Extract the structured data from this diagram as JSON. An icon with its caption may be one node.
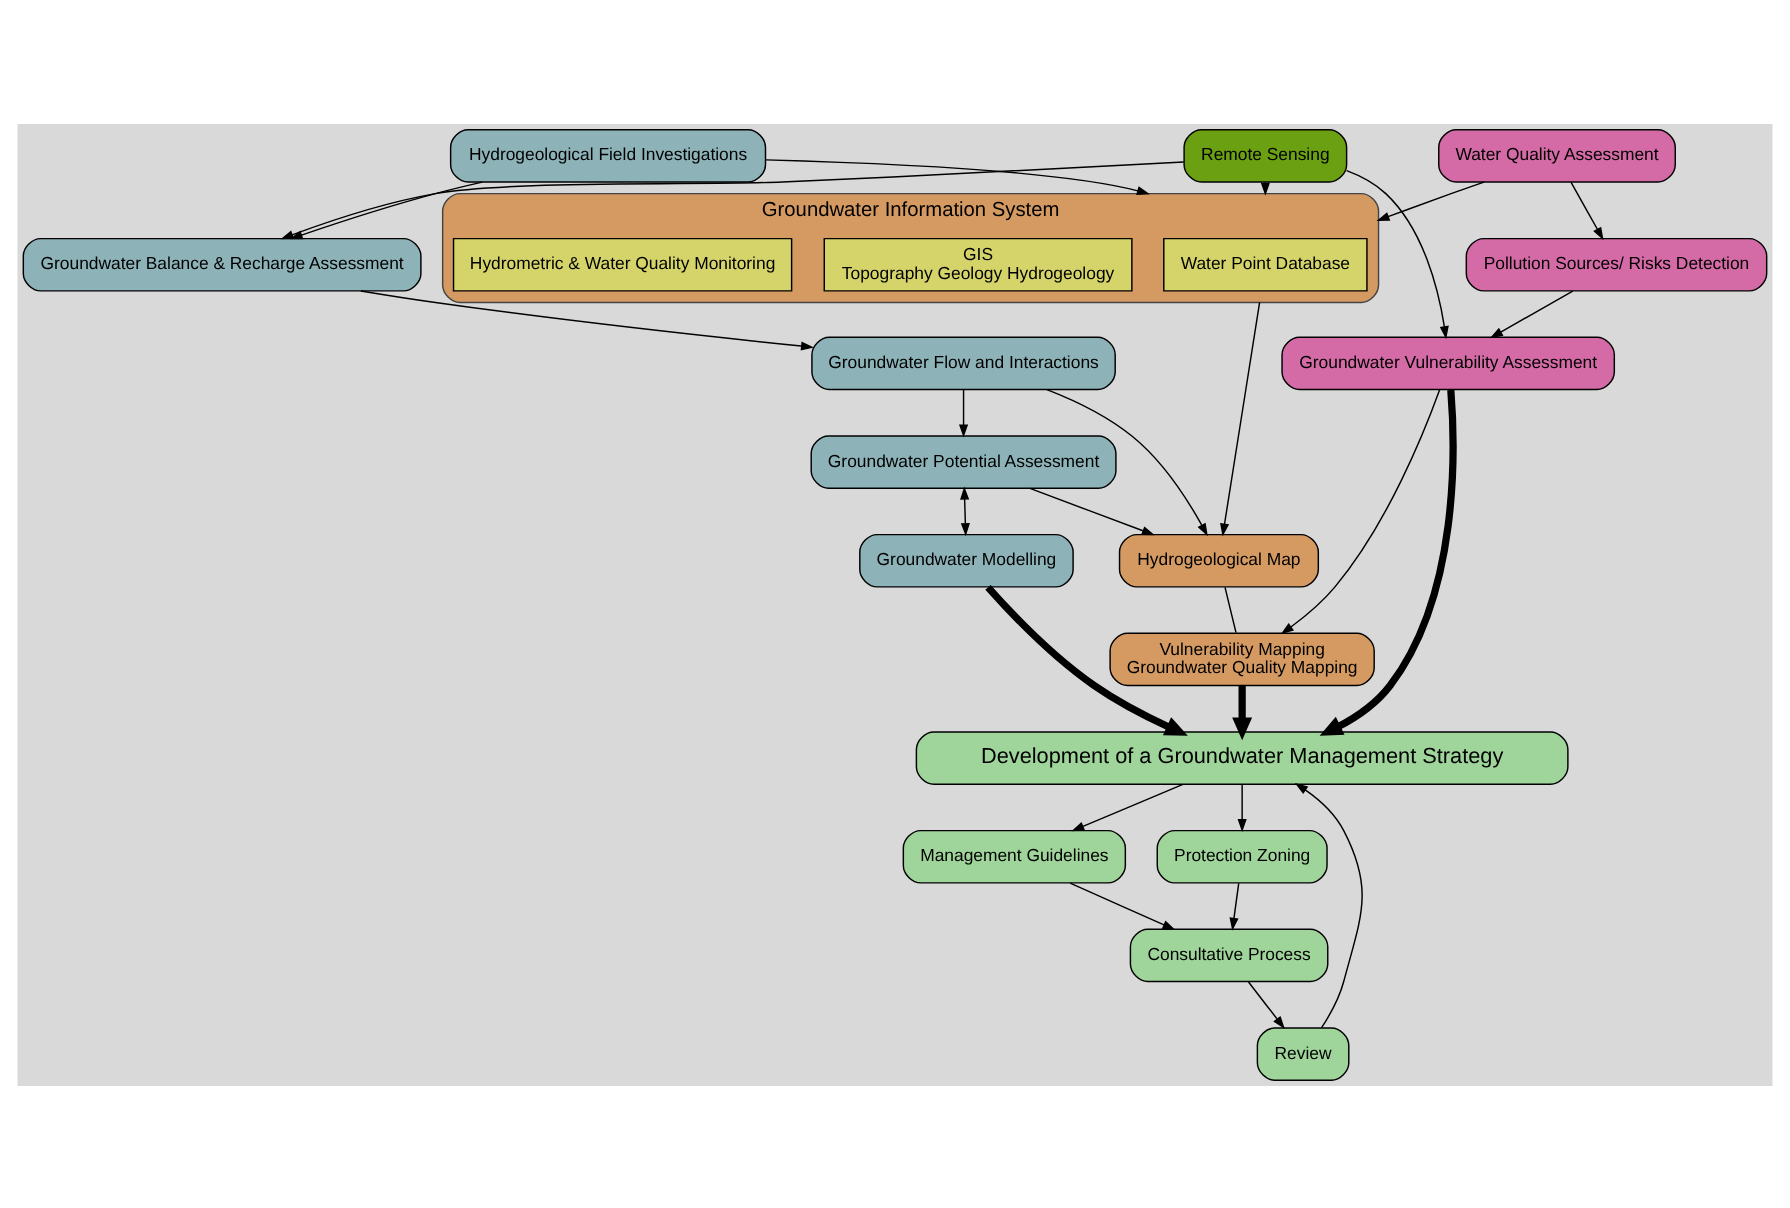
{
  "diagram": {
    "nodes": [
      {
        "text": [
          "Groundwater Information System"
        ]
      },
      {
        "text": [
          "Water Point Database"
        ],
        "in": 0
      },
      {
        "text": [
          "GIS",
          "Topography Geology Hydrogeology"
        ],
        "in": 0
      },
      {
        "text": [
          "Hydrometric & Water Quality Monitoring"
        ],
        "in": 0
      },
      {
        "text": [
          "Hydrogeological Field Investigations"
        ]
      },
      {
        "text": [
          "Groundwater Balance & Recharge Assessment"
        ]
      },
      {
        "text": [
          "Groundwater Flow and Interactions"
        ]
      },
      {
        "text": [
          "Groundwater Potential Assessment"
        ]
      },
      {
        "text": [
          "Groundwater Modelling"
        ]
      },
      {
        "text": [
          "Water Quality Assessment"
        ]
      },
      {
        "text": [
          "Pollution Sources/ Risks Detection"
        ]
      },
      {
        "text": [
          "Remote Sensing"
        ]
      },
      {
        "text": [
          "Hydrogeological Map"
        ]
      },
      {
        "text": [
          "Vulnerability Mapping",
          "Groundwater Quality Mapping"
        ]
      },
      {
        "text": [
          "Groundwater Vulnerability Assessment"
        ]
      },
      {
        "text": [
          "Development of a Groundwater Management Strategy"
        ]
      },
      {
        "text": [
          "Protection Zoning"
        ]
      },
      {
        "text": [
          "Management Guidelines"
        ]
      },
      {
        "text": [
          "Consultative Process"
        ]
      },
      {
        "text": [
          "Review"
        ]
      }
    ],
    "edges": [
      {
        "from": 4,
        "to": 0,
        "arrow": "to"
      },
      {
        "from": 4,
        "to": 5,
        "arrow": "to"
      },
      {
        "from": 5,
        "to": 6,
        "arrow": "to"
      },
      {
        "from": 6,
        "to": 7,
        "arrow": "to"
      },
      {
        "from": 6,
        "to": 12,
        "arrow": "to"
      },
      {
        "from": 7,
        "to": 12,
        "arrow": "to"
      },
      {
        "from": 7,
        "to": 8,
        "arrow": "both"
      },
      {
        "from": 0,
        "to": 12,
        "arrow": "to"
      },
      {
        "from": 11,
        "to": 5,
        "arrow": "to"
      },
      {
        "from": 9,
        "to": 0,
        "arrow": "to"
      },
      {
        "from": 11,
        "to": 0,
        "arrow": "to"
      },
      {
        "from": 9,
        "to": 10,
        "arrow": "to"
      },
      {
        "from": 10,
        "to": 14,
        "arrow": "to"
      },
      {
        "from": 11,
        "to": 14,
        "arrow": "to"
      },
      {
        "from": 12,
        "to": 13,
        "arrow": "none"
      },
      {
        "from": 14,
        "to": 13,
        "arrow": "to"
      },
      {
        "from": 13,
        "to": 15,
        "arrow": "to",
        "style": "thick"
      },
      {
        "from": 14,
        "to": 15,
        "arrow": "to",
        "style": "thick"
      },
      {
        "from": 8,
        "to": 15,
        "arrow": "to",
        "style": "thick"
      },
      {
        "from": 15,
        "to": 16,
        "arrow": "to"
      },
      {
        "from": 15,
        "to": 17,
        "arrow": "to"
      },
      {
        "from": 16,
        "to": 18,
        "arrow": "to"
      },
      {
        "from": 17,
        "to": 18,
        "arrow": "to"
      },
      {
        "from": 18,
        "to": 19,
        "arrow": "to"
      },
      {
        "from": 19,
        "to": 15,
        "arrow": "to"
      }
    ]
  }
}
